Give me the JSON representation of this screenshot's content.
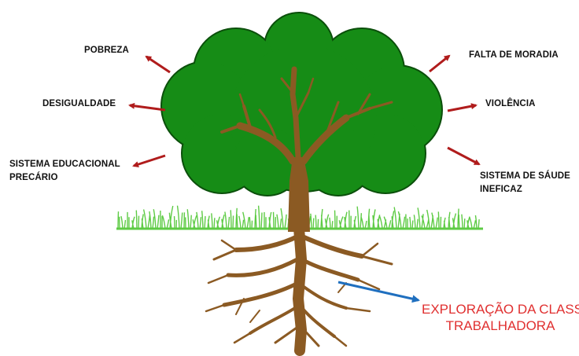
{
  "effects": [
    {
      "id": "pobreza",
      "lines": [
        "POBREZA"
      ]
    },
    {
      "id": "desigualdade",
      "lines": [
        "DESIGUALDADE"
      ]
    },
    {
      "id": "sistema-educacional",
      "lines": [
        "SISTEMA EDUCACIONAL",
        "PRECÁRIO"
      ]
    },
    {
      "id": "falta-de-moradia",
      "lines": [
        "FALTA DE MORADIA"
      ]
    },
    {
      "id": "violencia",
      "lines": [
        "VIOLÊNCIA"
      ]
    },
    {
      "id": "sistema-de-saude",
      "lines": [
        "SISTEMA DE SÁUDE",
        "INEFICAZ"
      ]
    }
  ],
  "root_cause": {
    "lines": [
      "EXPLORAÇÃO DA CLASSE",
      "TRABALHADORA"
    ]
  },
  "colors": {
    "foliage": "#168c16",
    "foliage_outline": "#0b4f0b",
    "trunk": "#8b5a23",
    "grass": "#5ecb45",
    "effect_arrow": "#b01c1c",
    "root_arrow": "#1f6fbf",
    "root_text": "#e03030"
  }
}
